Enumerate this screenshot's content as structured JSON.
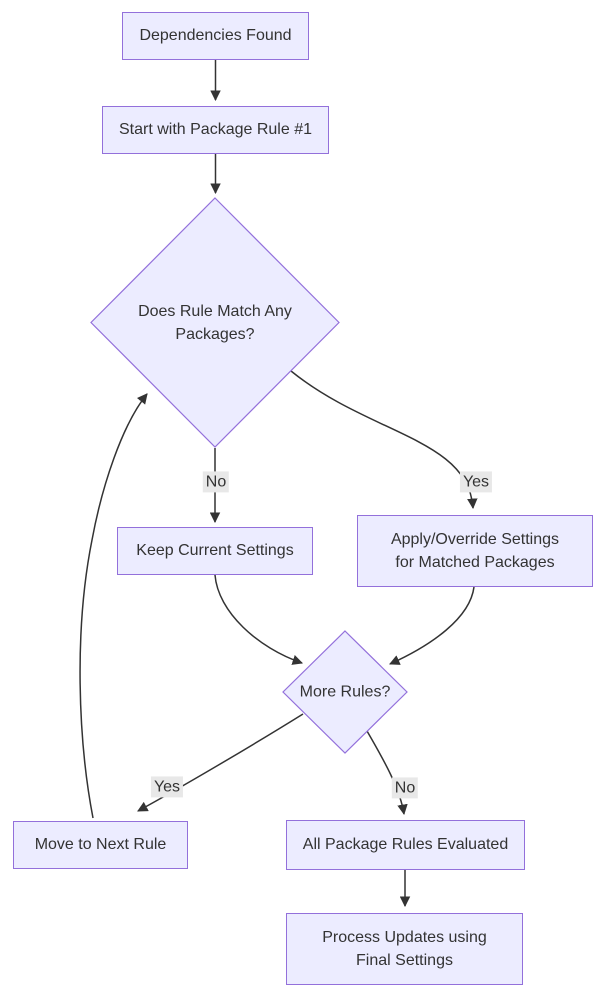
{
  "diagram": {
    "type": "flowchart",
    "nodes": {
      "dependencies_found": {
        "label": "Dependencies Found",
        "shape": "rect"
      },
      "start_rule": {
        "label": "Start with Package Rule #1",
        "shape": "rect"
      },
      "rule_match": {
        "label": "Does Rule Match Any\nPackages?",
        "shape": "diamond"
      },
      "keep_settings": {
        "label": "Keep Current Settings",
        "shape": "rect"
      },
      "apply_settings": {
        "label": "Apply/Override Settings\nfor Matched Packages",
        "shape": "rect"
      },
      "more_rules": {
        "label": "More Rules?",
        "shape": "diamond"
      },
      "move_next": {
        "label": "Move to Next Rule",
        "shape": "rect"
      },
      "all_evaluated": {
        "label": "All Package Rules Evaluated",
        "shape": "rect"
      },
      "process_updates": {
        "label": "Process Updates using\nFinal Settings",
        "shape": "rect"
      }
    },
    "edge_labels": {
      "no_match": "No",
      "yes_match": "Yes",
      "yes_more": "Yes",
      "no_more": "No"
    },
    "colors": {
      "node_fill": "#ECECFF",
      "node_border": "#9370DB",
      "edge_stroke": "#333333",
      "edge_label_bg": "#e8e8e8",
      "text": "#333333",
      "background": "#ffffff"
    }
  }
}
